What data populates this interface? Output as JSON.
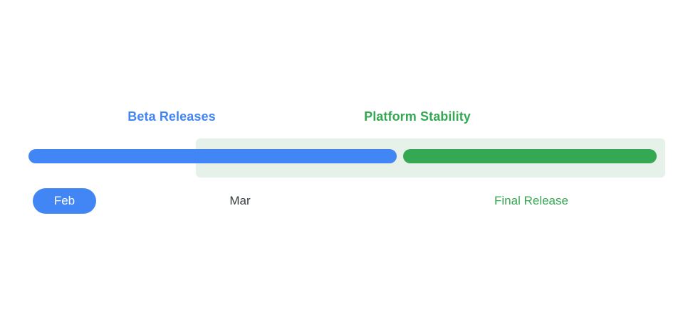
{
  "timeline": {
    "phases": [
      {
        "id": "beta-releases",
        "label": "Beta Releases",
        "color": "#4285F4"
      },
      {
        "id": "platform-stability",
        "label": "Platform Stability",
        "color": "#34A853"
      }
    ],
    "bars": [
      {
        "id": "beta-bar",
        "color": "#4285F4",
        "milestones": [
          {
            "id": "milestone-feb",
            "position_pct": 9.9
          },
          {
            "id": "milestone-mar",
            "position_pct": 57.4
          }
        ]
      },
      {
        "id": "stability-bar",
        "color": "#34A853",
        "milestones": [
          {
            "id": "milestone-final-release",
            "position_pct": 51.7
          }
        ]
      }
    ],
    "band": {
      "id": "stability-band",
      "color": "#E6F2E9"
    },
    "axis_labels": [
      {
        "id": "feb",
        "text": "Feb",
        "style": "pill",
        "bg_color": "#4285F4",
        "text_color": "#FFFFFF"
      },
      {
        "id": "mar",
        "text": "Mar",
        "style": "plain",
        "text_color": "#3C4043"
      },
      {
        "id": "final-release",
        "text": "Final Release",
        "style": "plain",
        "text_color": "#34A853"
      }
    ]
  }
}
